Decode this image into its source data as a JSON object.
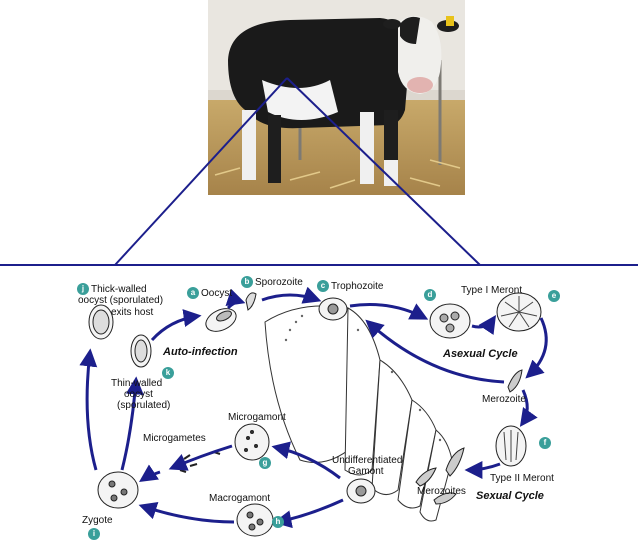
{
  "colors": {
    "arrow": "#1c1f8c",
    "badge": "#3a9f9a"
  },
  "stages": {
    "oocyst": {
      "badge": "a",
      "label": "Oocyst"
    },
    "sporozoite": {
      "badge": "b",
      "label": "Sporozoite"
    },
    "trophozoite": {
      "badge": "c",
      "label": "Trophozoite"
    },
    "type1_meront": {
      "badge_left": "d",
      "badge_right": "e",
      "label": "Type I Meront"
    },
    "merozoite": {
      "label": "Merozoite"
    },
    "type2_meront": {
      "badge": "f",
      "label": "Type II Meront"
    },
    "merozoites": {
      "label": "Merozoites"
    },
    "microgamont": {
      "badge": "g",
      "label": "Microgamont"
    },
    "microgametes": {
      "label": "Microgametes"
    },
    "undiff_gamont": {
      "label_1": "Undifferentiated",
      "label_2": "Gamont"
    },
    "macrogamont": {
      "badge": "h",
      "label": "Macrogamont"
    },
    "zygote": {
      "badge": "i",
      "label": "Zygote"
    },
    "thick_oocyst": {
      "badge": "j",
      "label_1": "Thick-walled",
      "label_2": "oocyst (sporulated)",
      "label_3": "exits host"
    },
    "thin_oocyst": {
      "badge": "k",
      "label_1": "Thin-walled",
      "label_2": "oocyst",
      "label_3": "(sporulated)"
    }
  },
  "cycles": {
    "auto_infection": "Auto-infection",
    "asexual": "Asexual Cycle",
    "sexual": "Sexual Cycle"
  }
}
